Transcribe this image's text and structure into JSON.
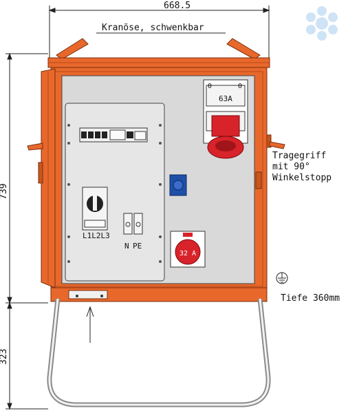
{
  "dimensions": {
    "width_label": "668.5",
    "height_label": "739",
    "stand_label": "323"
  },
  "annotations": {
    "crane": "Kranöse, schwenkbar",
    "handle_line1": "Tragegriff",
    "handle_line2": "mit 90°",
    "handle_line3": "Winkelstopp",
    "depth": "Tiefe 360mm"
  },
  "components": {
    "socket_63a_label": "63A",
    "switch_0_left": "0",
    "switch_0_right": "0",
    "socket_32a_label": "32 A",
    "main_switch_terminals": "L1L2L3",
    "terminal_n": "N",
    "terminal_pe": "PE"
  },
  "colors": {
    "housing_orange": "#e8682c",
    "housing_dark": "#b84a16",
    "panel_gray": "#d9d9d9",
    "socket_red": "#d8232a",
    "socket_blue": "#1f4fa8",
    "logo_blue": "#cfe3f7"
  },
  "icons": [
    "flower-logo-icon",
    "ground-symbol-icon",
    "arrow-up-icon"
  ]
}
